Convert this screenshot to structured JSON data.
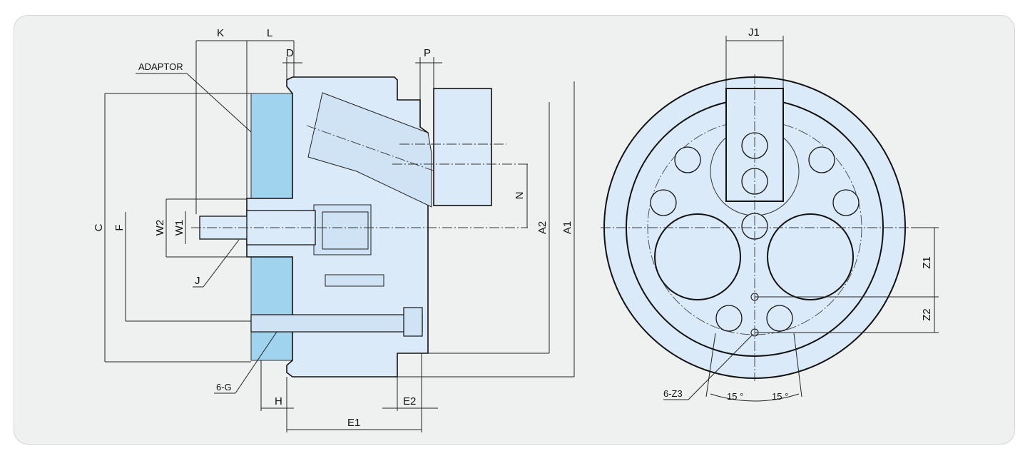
{
  "labels": {
    "K": "K",
    "L": "L",
    "D": "D",
    "P": "P",
    "adaptor": "ADAPTOR",
    "C": "C",
    "F": "F",
    "W2": "W2",
    "W1": "W1",
    "J": "J",
    "N": "N",
    "A2": "A2",
    "A1": "A1",
    "G": "6-G",
    "H": "H",
    "E2": "E2",
    "E1": "E1",
    "J1": "J1",
    "Z1": "Z1",
    "Z2": "Z2",
    "Z3": "6-Z3",
    "angle_left": "15 °",
    "angle_right": "15 °"
  },
  "colors": {
    "panel_bg": "#eff0f0",
    "body_fill": "#dbeaf8",
    "adaptor_fill": "#9fd3ee",
    "line": "#111111"
  }
}
